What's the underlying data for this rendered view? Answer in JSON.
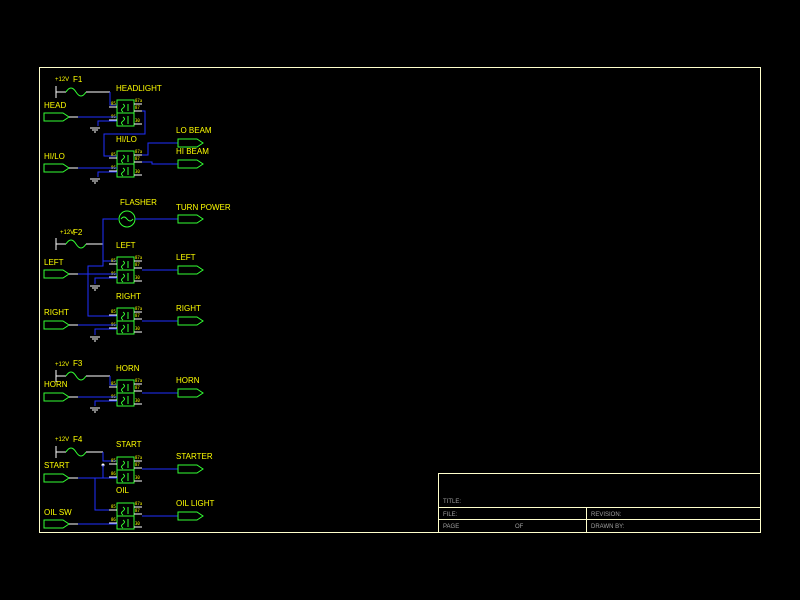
{
  "fuses": [
    {
      "voltage": "+12V",
      "name": "F1"
    },
    {
      "voltage": "+12V",
      "name": "F2"
    },
    {
      "voltage": "+12V",
      "name": "F3"
    },
    {
      "voltage": "+12V",
      "name": "F4"
    }
  ],
  "inputs": {
    "head": "HEAD",
    "hilo": "HI/LO",
    "left": "LEFT",
    "right": "RIGHT",
    "horn": "HORN",
    "start": "START",
    "oilsw": "OIL SW"
  },
  "relays": {
    "headlight": "HEADLIGHT",
    "hilo": "HI/LO",
    "flasher": "FLASHER",
    "left": "LEFT",
    "right": "RIGHT",
    "horn": "HORN",
    "start": "START",
    "oil": "OIL"
  },
  "outputs": {
    "lobeam": "LO BEAM",
    "hibeam": "HI BEAM",
    "turnpower": "TURN POWER",
    "left": "LEFT",
    "right": "RIGHT",
    "horn": "HORN",
    "starter": "STARTER",
    "oillight": "OIL LIGHT"
  },
  "title_block": {
    "title": "TITLE:",
    "file": "FILE:",
    "revision": "REVISION:",
    "page": "PAGE",
    "of": "OF",
    "drawn_by": "DRAWN BY:"
  },
  "colors": {
    "background": "#000000",
    "wire": "#1f2fff",
    "symbol": "#33ff33",
    "label": "#ffff00",
    "frame": "#ffffcc"
  }
}
